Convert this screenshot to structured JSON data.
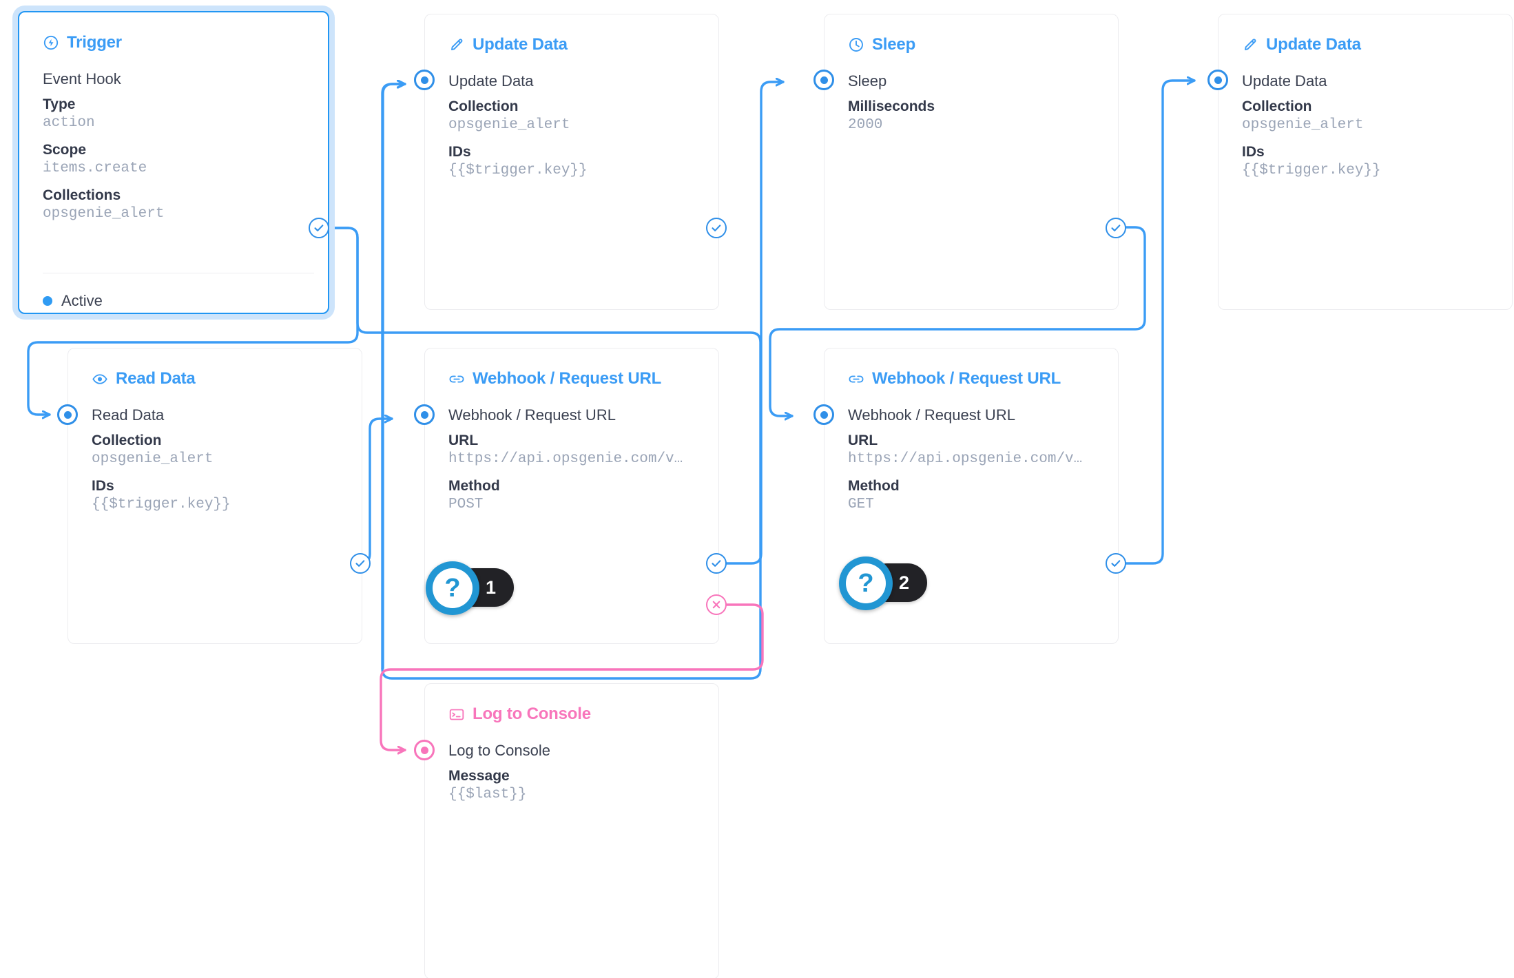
{
  "colors": {
    "accent": "#3b9cf5",
    "wire": "#3b9cf5",
    "error": "#f875bb",
    "value_text": "#9aa4b6",
    "label_text": "#33394a",
    "badge_pill_bg": "#222226",
    "badge_circle": "#2196d3",
    "selection_halo": "#cde4fb"
  },
  "nodes": [
    {
      "id": "trigger",
      "title": "Trigger",
      "icon": "bolt-circle-icon",
      "operation": "Event Hook",
      "selected": true,
      "fields": [
        {
          "label": "Type",
          "value": "action"
        },
        {
          "label": "Scope",
          "value": "items.create"
        },
        {
          "label": "Collections",
          "value": "opsgenie_alert"
        }
      ],
      "status": "Active"
    },
    {
      "id": "update-data-1",
      "title": "Update Data",
      "icon": "pencil-icon",
      "operation": "Update Data",
      "fields": [
        {
          "label": "Collection",
          "value": "opsgenie_alert"
        },
        {
          "label": "IDs",
          "value": "{{$trigger.key}}"
        }
      ]
    },
    {
      "id": "sleep",
      "title": "Sleep",
      "icon": "clock-icon",
      "operation": "Sleep",
      "fields": [
        {
          "label": "Milliseconds",
          "value": "2000"
        }
      ]
    },
    {
      "id": "update-data-2",
      "title": "Update Data",
      "icon": "pencil-icon",
      "operation": "Update Data",
      "fields": [
        {
          "label": "Collection",
          "value": "opsgenie_alert"
        },
        {
          "label": "IDs",
          "value": "{{$trigger.key}}"
        }
      ]
    },
    {
      "id": "read-data",
      "title": "Read Data",
      "icon": "eye-icon",
      "operation": "Read Data",
      "fields": [
        {
          "label": "Collection",
          "value": "opsgenie_alert"
        },
        {
          "label": "IDs",
          "value": "{{$trigger.key}}"
        }
      ]
    },
    {
      "id": "webhook-1",
      "title": "Webhook / Request URL",
      "icon": "link-icon",
      "operation": "Webhook / Request URL",
      "fields": [
        {
          "label": "URL",
          "value": "https://api.opsgenie.com/v…"
        },
        {
          "label": "Method",
          "value": "POST"
        }
      ],
      "badge": "1"
    },
    {
      "id": "webhook-2",
      "title": "Webhook / Request URL",
      "icon": "link-icon",
      "operation": "Webhook / Request URL",
      "fields": [
        {
          "label": "URL",
          "value": "https://api.opsgenie.com/v…"
        },
        {
          "label": "Method",
          "value": "GET"
        }
      ],
      "badge": "2"
    },
    {
      "id": "log-to-console",
      "title": "Log to Console",
      "icon": "terminal-icon",
      "operation": "Log to Console",
      "accent": "pink",
      "fields": [
        {
          "label": "Message",
          "value": "{{$last}}"
        }
      ]
    }
  ],
  "badge_symbol": "?"
}
